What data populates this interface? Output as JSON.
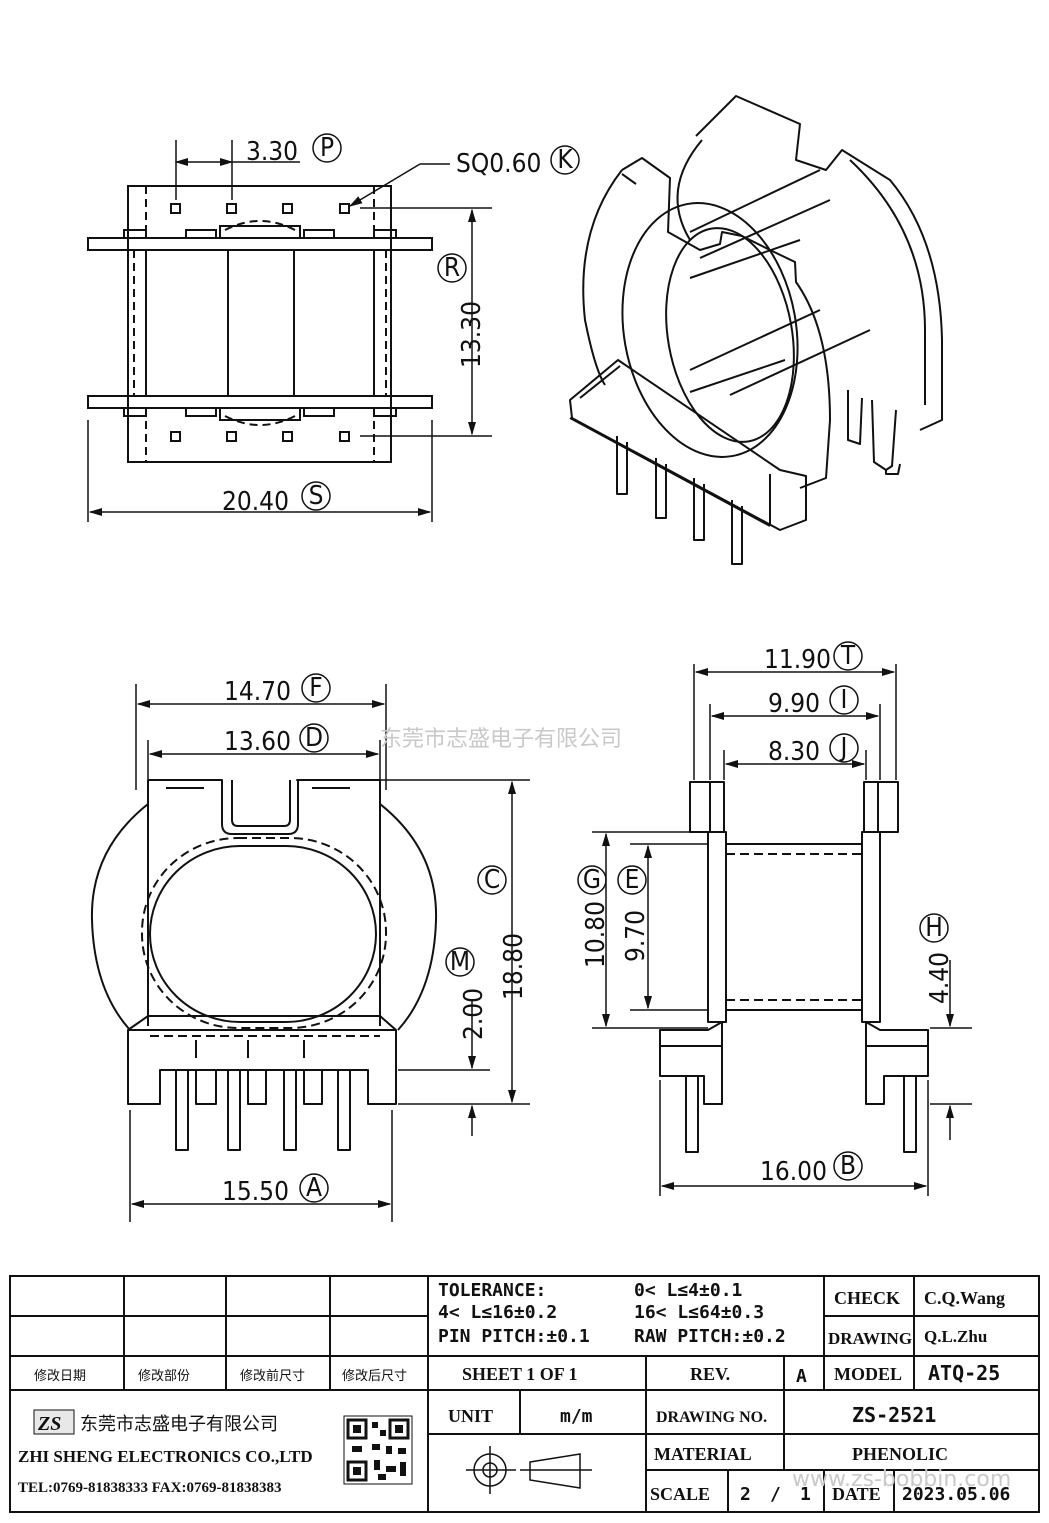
{
  "dimensions": {
    "P": {
      "value": "3.30",
      "letter": "P"
    },
    "K": {
      "value": "SQ0.60",
      "letter": "K"
    },
    "R": {
      "value": "13.30",
      "letter": "R"
    },
    "S": {
      "value": "20.40",
      "letter": "S"
    },
    "F": {
      "value": "14.70",
      "letter": "F"
    },
    "D": {
      "value": "13.60",
      "letter": "D"
    },
    "C": {
      "value": "18.80",
      "letter": "C"
    },
    "M": {
      "value": "2.00",
      "letter": "M"
    },
    "A": {
      "value": "15.50",
      "letter": "A"
    },
    "T": {
      "value": "11.90",
      "letter": "T"
    },
    "I": {
      "value": "9.90",
      "letter": "I"
    },
    "J": {
      "value": "8.30",
      "letter": "J"
    },
    "G": {
      "value": "10.80",
      "letter": "G"
    },
    "E": {
      "value": "9.70",
      "letter": "E"
    },
    "H": {
      "value": "4.40",
      "letter": "H"
    },
    "B": {
      "value": "16.00",
      "letter": "B"
    }
  },
  "watermark": {
    "center": "东莞市志盛电子有限公司",
    "url": "www.zs-bobbin.com"
  },
  "title_block": {
    "revision_headers": [
      "修改日期",
      "修改部份",
      "修改前尺寸",
      "修改后尺寸"
    ],
    "tolerance": {
      "label": "TOLERANCE:",
      "line1": "0< L≤4±0.1",
      "line2_left": "4< L≤16±0.2",
      "line2_right": "16< L≤64±0.3",
      "pin_pitch": "PIN PITCH:±0.1",
      "raw_pitch": "RAW PITCH:±0.2"
    },
    "check_label": "CHECK",
    "check_value": "C.Q.Wang",
    "drawing_label": "DRAWING",
    "drawing_value": "Q.L.Zhu",
    "sheet": "SHEET 1 OF 1",
    "rev_label": "REV.",
    "rev_value": "A",
    "model_label": "MODEL",
    "model_value": "ATQ-25",
    "unit_label": "UNIT",
    "unit_value": "m/m",
    "drawing_no_label": "DRAWING NO.",
    "drawing_no_value": "ZS-2521",
    "material_label": "MATERIAL",
    "material_value": "PHENOLIC",
    "scale_label": "SCALE",
    "scale_num": "2",
    "scale_sep": "/",
    "scale_den": "1",
    "date_label": "DATE",
    "date_value": "2023.05.06",
    "company_cn": "东莞市志盛电子有限公司",
    "company_logo": "ZS",
    "company_en": "ZHI SHENG ELECTRONICS CO.,LTD",
    "contact": "TEL:0769-81838333 FAX:0769-81838383"
  }
}
